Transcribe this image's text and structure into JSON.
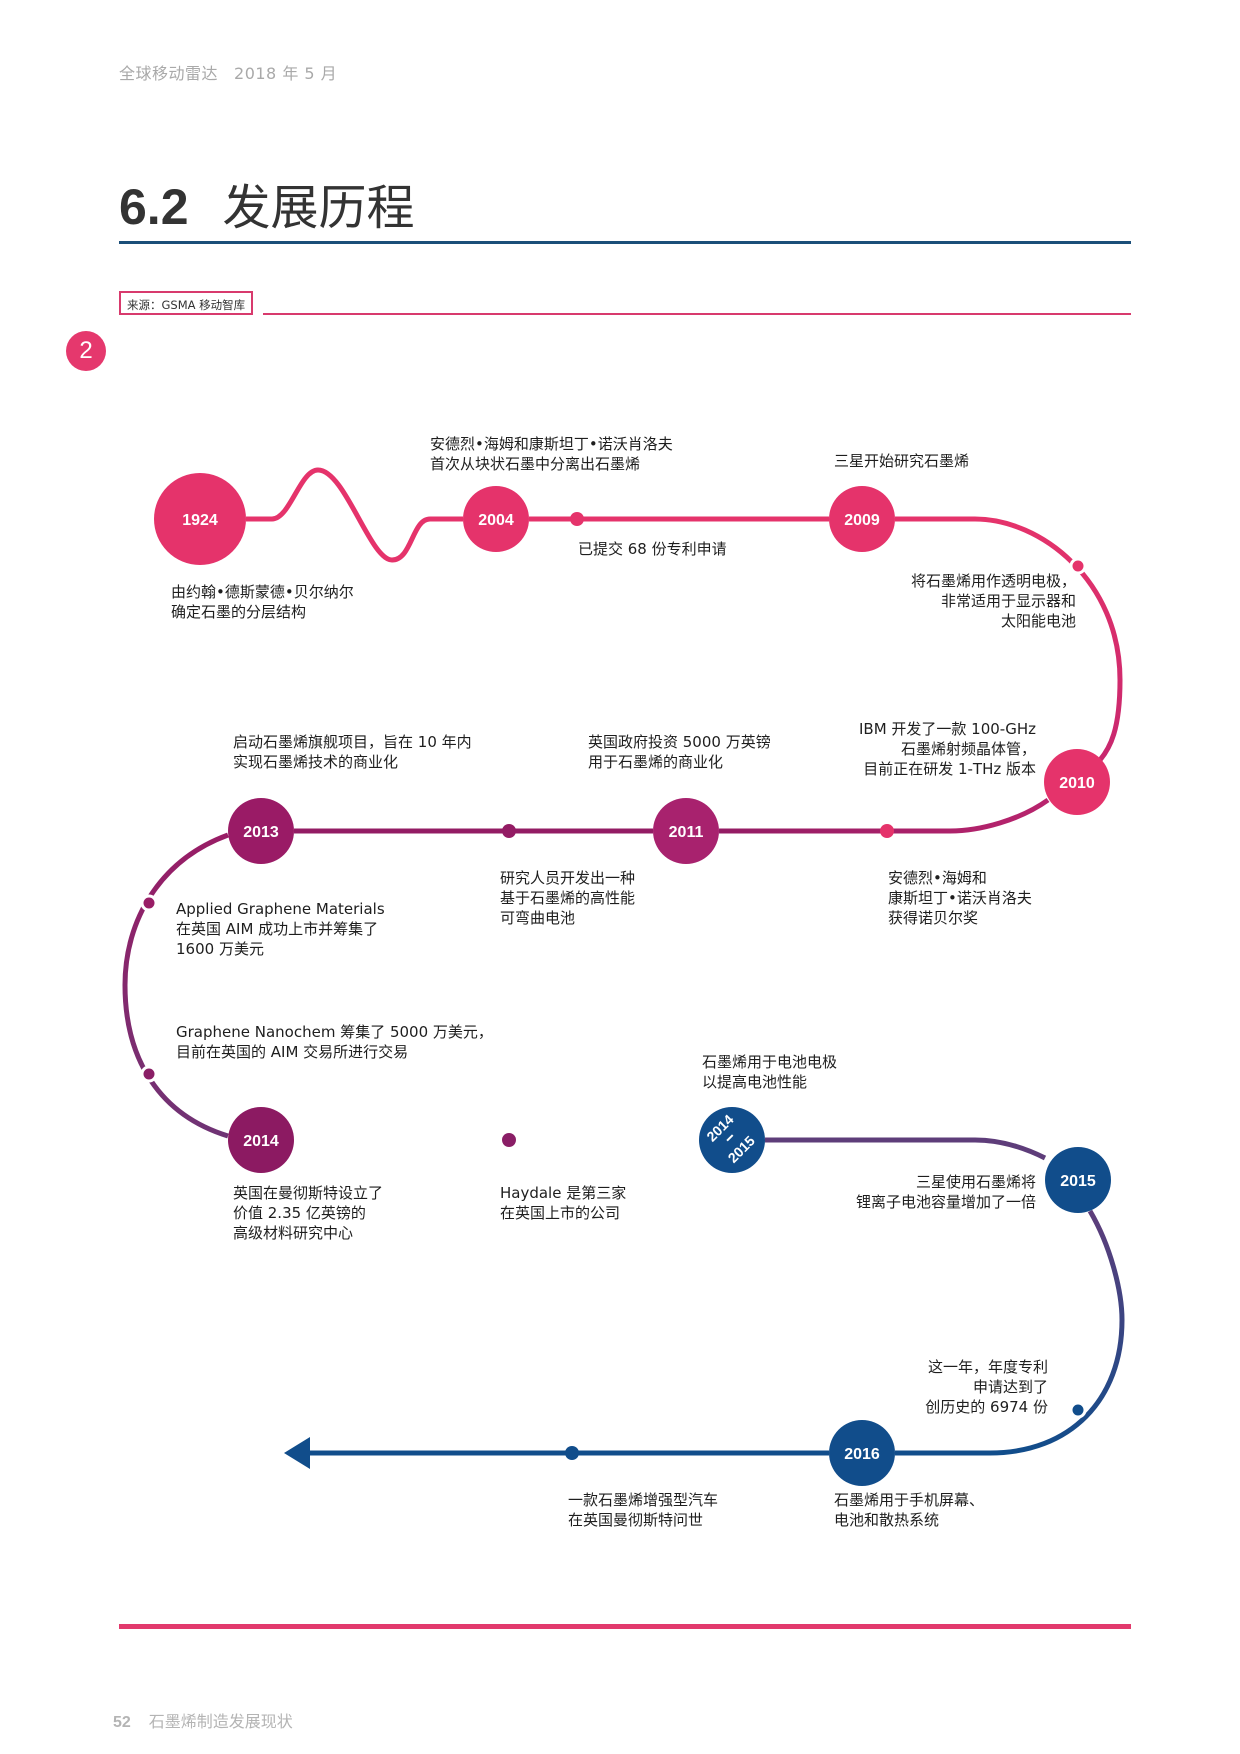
{
  "header": {
    "publication": "全球移动雷达",
    "date": "2018 年 5 月"
  },
  "section": {
    "number": "6.2",
    "title": "发展历程"
  },
  "source": "来源：GSMA 移动智库",
  "badge": "2",
  "colors": {
    "pink": "#e5336b",
    "magenta": "#a8226e",
    "plum": "#8c1a62",
    "purple": "#6a3a78",
    "blue": "#114d8b",
    "rule_blue": "#1b4f79",
    "rule_pink": "#d83a6d"
  },
  "timeline": {
    "milestones": [
      {
        "year": "1924",
        "text": "由约翰•德斯蒙德•贝尔纳尔\n确定石墨的分层结构"
      },
      {
        "year": "2004",
        "text": "安德烈•海姆和康斯坦丁•诺沃肖洛夫\n首次从块状石墨中分离出石墨烯"
      },
      {
        "year": "",
        "text": "已提交 68 份专利申请"
      },
      {
        "year": "2009",
        "text": "三星开始研究石墨烯"
      },
      {
        "year": "",
        "text": "将石墨烯用作透明电极，\n非常适用于显示器和\n太阳能电池"
      },
      {
        "year": "2010",
        "text": "IBM 开发了一款 100-GHz\n石墨烯射频晶体管，\n目前正在研发 1-THz 版本"
      },
      {
        "year": "",
        "text": "安德烈•海姆和\n康斯坦丁•诺沃肖洛夫\n获得诺贝尔奖"
      },
      {
        "year": "2011",
        "text": "英国政府投资 5000 万英镑\n用于石墨烯的商业化"
      },
      {
        "year": "",
        "text": "研究人员开发出一种\n基于石墨烯的高性能\n可弯曲电池"
      },
      {
        "year": "2013",
        "text": "启动石墨烯旗舰项目，旨在 10 年内\n实现石墨烯技术的商业化"
      },
      {
        "year": "",
        "text": "Applied Graphene Materials\n在英国 AIM 成功上市并筹集了\n1600 万美元"
      },
      {
        "year": "",
        "text": "Graphene Nanochem 筹集了 5000 万美元，\n目前在英国的 AIM 交易所进行交易"
      },
      {
        "year": "2014",
        "text": "英国在曼彻斯特设立了\n价值 2.35 亿英镑的\n高级材料研究中心"
      },
      {
        "year": "",
        "text": "Haydale 是第三家\n在英国上市的公司"
      },
      {
        "year": "2014–2015",
        "year_top": "2014",
        "year_bottom": "2015",
        "text": "石墨烯用于电池电极\n以提高电池性能"
      },
      {
        "year": "2015",
        "text": "三星使用石墨烯将\n锂离子电池容量增加了一倍"
      },
      {
        "year": "",
        "text": "这一年，年度专利\n申请达到了\n创历史的 6974 份"
      },
      {
        "year": "2016",
        "text": "石墨烯用于手机屏幕、\n电池和散热系统"
      },
      {
        "year": "",
        "text": "一款石墨烯增强型汽车\n在英国曼彻斯特问世"
      }
    ]
  },
  "footer": {
    "page": "52",
    "title": "石墨烯制造发展现状"
  }
}
